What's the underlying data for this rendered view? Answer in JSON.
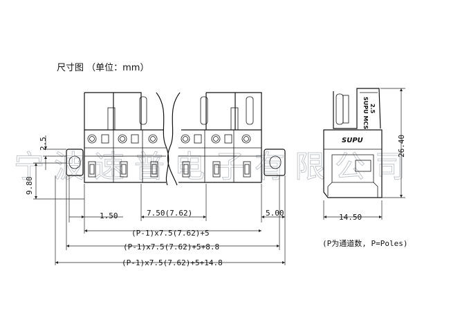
{
  "title": "尺寸图 （单位：mm）",
  "watermark": "宁波速普电子有限公司",
  "brand": "SUPU",
  "side_text_1": "SUPU MCS",
  "side_text_2": "2.5",
  "dimensions": {
    "height_small": "2.5",
    "height_mid": "9.80",
    "overall_height": "26.40",
    "edge_left": "1.50",
    "pitch": "7.50(7.62)",
    "edge_right": "5.00",
    "side_width": "14.50",
    "formula_1": "(P-1)x7.5(7.62)+5",
    "formula_2": "(P-1)x7.5(7.62)+5+8.8",
    "formula_3": "(P-1)x7.5(7.62)+5+14.8"
  },
  "note": "(P为通道数, P=Poles)"
}
